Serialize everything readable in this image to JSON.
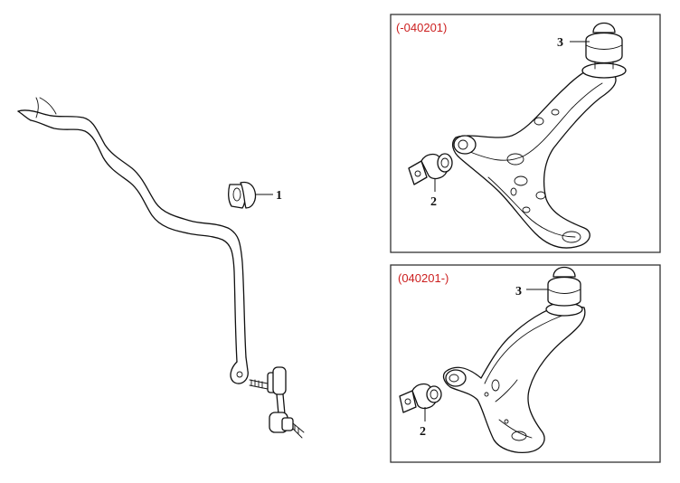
{
  "callouts": {
    "stabilizer_bushing": "1",
    "rear_bushing": "2",
    "ball_joint": "3"
  },
  "panels": {
    "upper": {
      "code": "(-040201)"
    },
    "lower": {
      "code": "(040201-)"
    }
  },
  "colors": {
    "code_text": "#cc1f1f",
    "line": "#111111",
    "frame": "#333333"
  }
}
